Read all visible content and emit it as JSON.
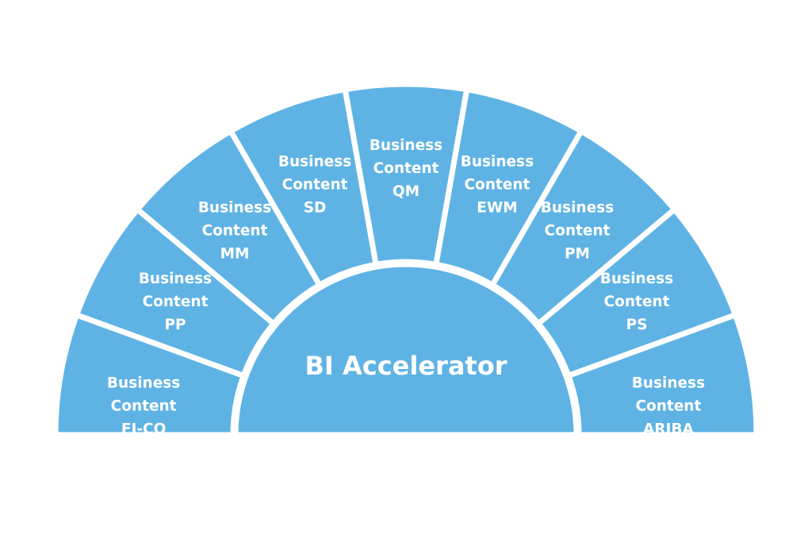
{
  "colors": {
    "fill": "#5fb3e4",
    "separator": "#ffffff",
    "text": "#ffffff",
    "background": "#ffffff"
  },
  "hub": {
    "title": "BI Accelerator"
  },
  "segments": [
    {
      "lines": [
        "Business",
        "Content",
        "FI-CO"
      ]
    },
    {
      "lines": [
        "Business",
        "Content",
        "PP"
      ]
    },
    {
      "lines": [
        "Business",
        "Content",
        "MM"
      ]
    },
    {
      "lines": [
        "Business",
        "Content",
        "SD"
      ]
    },
    {
      "lines": [
        "Business",
        "Content",
        "QM"
      ]
    },
    {
      "lines": [
        "Business",
        "Content",
        "EWM"
      ]
    },
    {
      "lines": [
        "Business",
        "Content",
        "PM"
      ]
    },
    {
      "lines": [
        "Business",
        "Content",
        "PS"
      ]
    },
    {
      "lines": [
        "Business",
        "Content",
        "ARIBA"
      ]
    }
  ]
}
